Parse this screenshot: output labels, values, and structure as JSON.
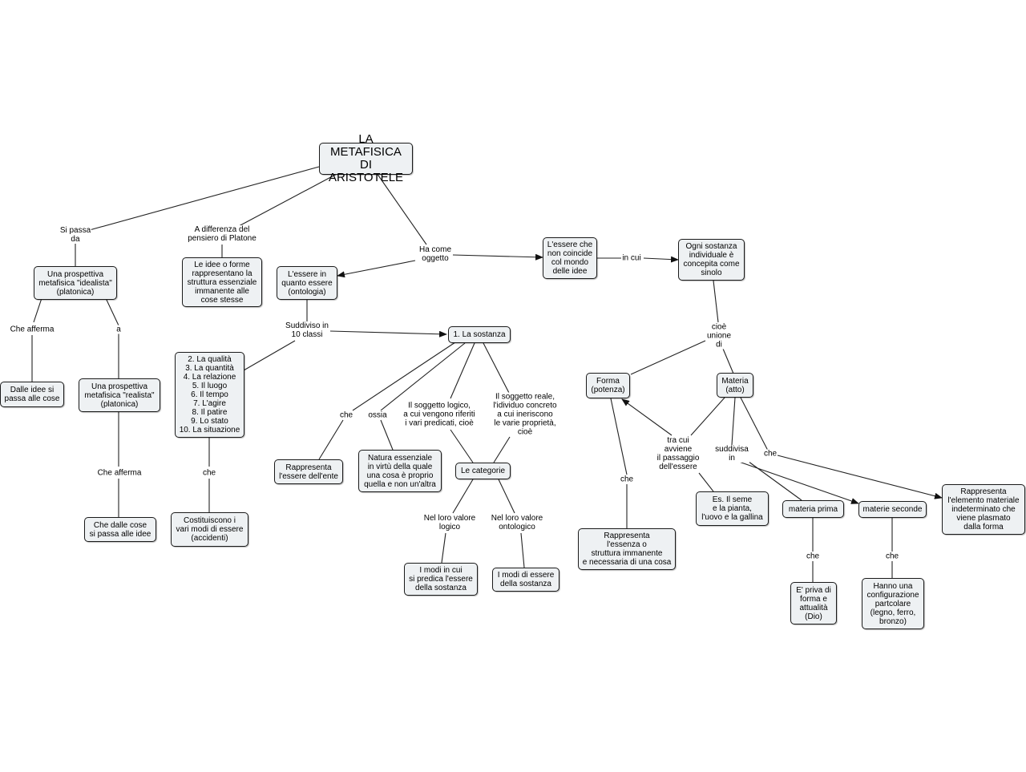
{
  "concept_map": {
    "root": "LA METAFISICA\nDI ARISTOTELE",
    "nodes": {
      "idealista": "Una prospettiva\nmetafisica \"idealista\"\n(platonica)",
      "idee_forme": "Le idee o forme\nrappresentano la\nstruttura essenziale\nimmanente alle\ncose stesse",
      "ontologia": "L'essere in\nquanto essere\n(ontologia)",
      "non_coincide": "L'essere che\nnon coincide\ncol mondo\ndelle idee",
      "sinolo": "Ogni sostanza\nindividuale è\nconcepita come\nsinolo",
      "dalle_idee": "Dalle idee si\npassa alle cose",
      "realista": "Una prospettiva\nmetafisica \"realista\"\n(platonica)",
      "dalle_cose": "Che dalle cose\nsi passa alle idee",
      "classi": "2. La qualità\n3. La quantità\n4. La relazione\n5. Il luogo\n6. Il tempo\n7. L'agire\n8. Il patire\n9. Lo stato\n10. La situazione",
      "accidenti": "Costituiscono i\nvari modi di essere\n(accidenti)",
      "sostanza": "1. La sostanza",
      "essere_ente": "Rappresenta\nl'essere dell'ente",
      "natura": "Natura essenziale\nin virtù della quale\nuna cosa è proprio\nquella e non un'altra",
      "categorie": "Le categorie",
      "modi_predica": "I modi in cui\nsi predica l'essere\ndella sostanza",
      "modi_essere": "I modi di essere\ndella sostanza",
      "forma": "Forma\n(potenza)",
      "materia": "Materia\n(atto)",
      "essenza": "Rappresenta\nl'essenza o\nstruttura immanente\ne necessaria di una cosa",
      "seme": "Es. Il seme\ne la pianta,\nl'uovo e la gallina",
      "materia_prima": "materia prima",
      "materie_seconde": "materie seconde",
      "elemento": "Rappresenta\nl'elemento materiale\nindeterminato che\nviene plasmato\ndalla forma",
      "priva": "E' priva di\nforma e\nattualità\n(Dio)",
      "configurazione": "Hanno una\nconfigurazione\npartcolare\n(legno, ferro,\nbronzo)"
    },
    "labels": {
      "si_passa": "Si passa\nda",
      "differenza": "A differenza del\npensiero di Platone",
      "ha_come": "Ha come\noggetto",
      "in_cui": "in cui",
      "che_afferma_1": "Che afferma",
      "a": "a",
      "che_afferma_2": "Che afferma",
      "suddiviso": "Suddiviso in\n10 classi",
      "che_1": "che",
      "che_2": "che",
      "ossia": "ossia",
      "soggetto_logico": "Il soggetto logico,\na cui vengono riferiti\ni vari predicati, cioè",
      "soggetto_reale": "Il soggetto reale,\nl'idividuo concreto\na cui ineriscono\nle varie proprietà,\ncioè",
      "logico": "Nel loro valore\nlogico",
      "ontologico": "Nel loro valore\nontologico",
      "cioe_unione": "cioè\nunione\ndi",
      "tra_cui": "tra cui\navviene\nil passaggio\ndell'essere",
      "suddivisa": "suddivisa\nin",
      "che_3": "che",
      "che_4": "che",
      "che_5": "che",
      "che_6": "che"
    }
  }
}
